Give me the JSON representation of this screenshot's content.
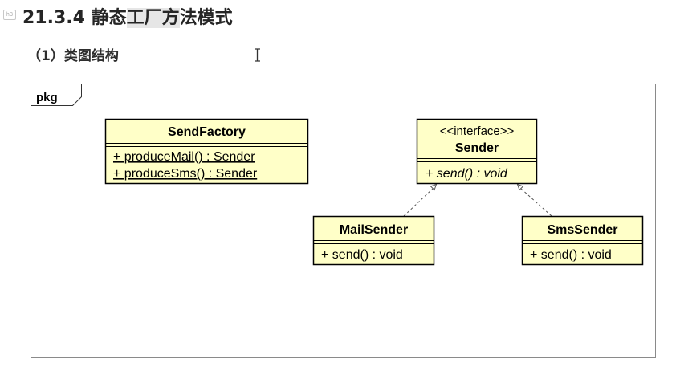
{
  "heading": {
    "level_badge": "h3",
    "number": "21.3.4 ",
    "title_a": "静态",
    "title_b": "工厂方",
    "title_c": "法模式"
  },
  "subheading": "（1）类图结构",
  "diagram": {
    "package_label": "pkg",
    "classes": {
      "send_factory": {
        "name": "SendFactory",
        "methods": [
          "+ produceMail() : Sender",
          "+ produceSms() : Sender"
        ]
      },
      "sender": {
        "stereotype": "<<interface>>",
        "name": "Sender",
        "methods": [
          "+ send() : void"
        ]
      },
      "mail_sender": {
        "name": "MailSender",
        "methods": [
          "+ send() : void"
        ]
      },
      "sms_sender": {
        "name": "SmsSender",
        "methods": [
          "+ send() : void"
        ]
      }
    },
    "colors": {
      "class_fill": "#ffffc8",
      "class_border": "#000000",
      "frame_border": "#8a8a8a"
    }
  }
}
